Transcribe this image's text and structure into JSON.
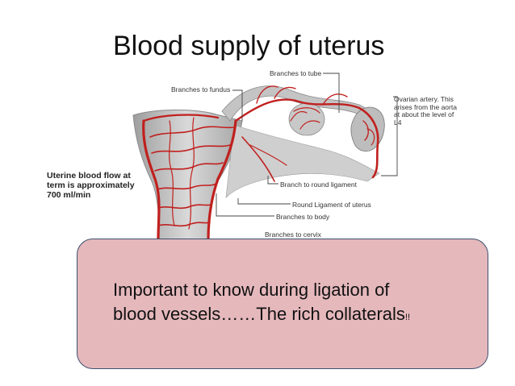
{
  "title": "Blood supply of uterus",
  "diagram": {
    "labels": {
      "branches_to_tube": "Branches to tube",
      "branches_to_fundus": "Branches to fundus",
      "ovarian_artery": [
        "Ovarian artery. This",
        "arises from the aorta",
        "at about the level of",
        "L4"
      ],
      "branch_to_round_ligament": "Branch to round ligament",
      "round_ligament_of_uterus": "Round Ligament of uterus",
      "branches_to_body": "Branches to body",
      "branches_to_cervix": "Branches to cervix"
    },
    "uterine_blood_flow": [
      "Uterine blood flow at",
      "term is approximately",
      "700 ml/min"
    ]
  },
  "callout": {
    "line1": "Important to know during ligation of",
    "line2": "blood vessels……The rich collaterals",
    "suffix": "!!"
  },
  "colors": {
    "callout_fill": "#e5b8bc",
    "callout_border": "#3d5270",
    "artery_red": "#c0201e",
    "tissue_gray": "#b8b8b8"
  }
}
